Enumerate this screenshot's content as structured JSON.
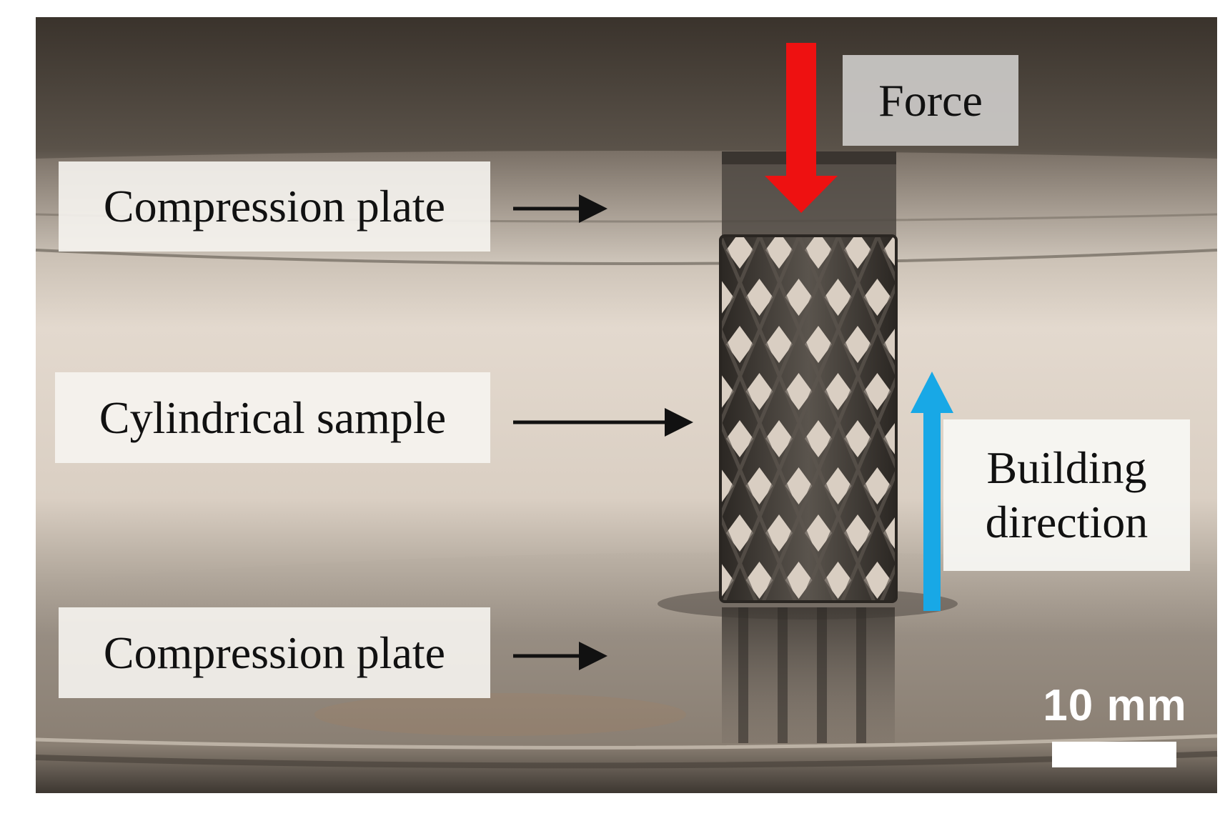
{
  "labels": {
    "compression_plate_top": "Compression plate",
    "cylindrical_sample": "Cylindrical sample",
    "compression_plate_bottom": "Compression plate",
    "force": "Force",
    "building_direction_line1": "Building",
    "building_direction_line2": "direction"
  },
  "scale_bar": {
    "label": "10 mm"
  },
  "colors": {
    "force_arrow": "#ee1111",
    "building_arrow": "#18a8e6",
    "label_arrows": "#111111",
    "scale_bar": "#ffffff",
    "background_wall": "#dcd1c4",
    "plate": "#8d8479",
    "lattice": "#45403a"
  }
}
